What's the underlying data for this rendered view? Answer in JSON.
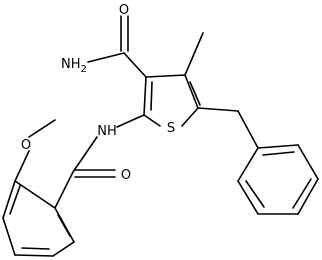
{
  "molecule": {
    "labels": {
      "o_amide": "O",
      "nh2": "NH",
      "nh2_sub": "2",
      "s": "S",
      "nh": "NH",
      "o_benzamide": "O",
      "o_methoxy": "O"
    }
  }
}
